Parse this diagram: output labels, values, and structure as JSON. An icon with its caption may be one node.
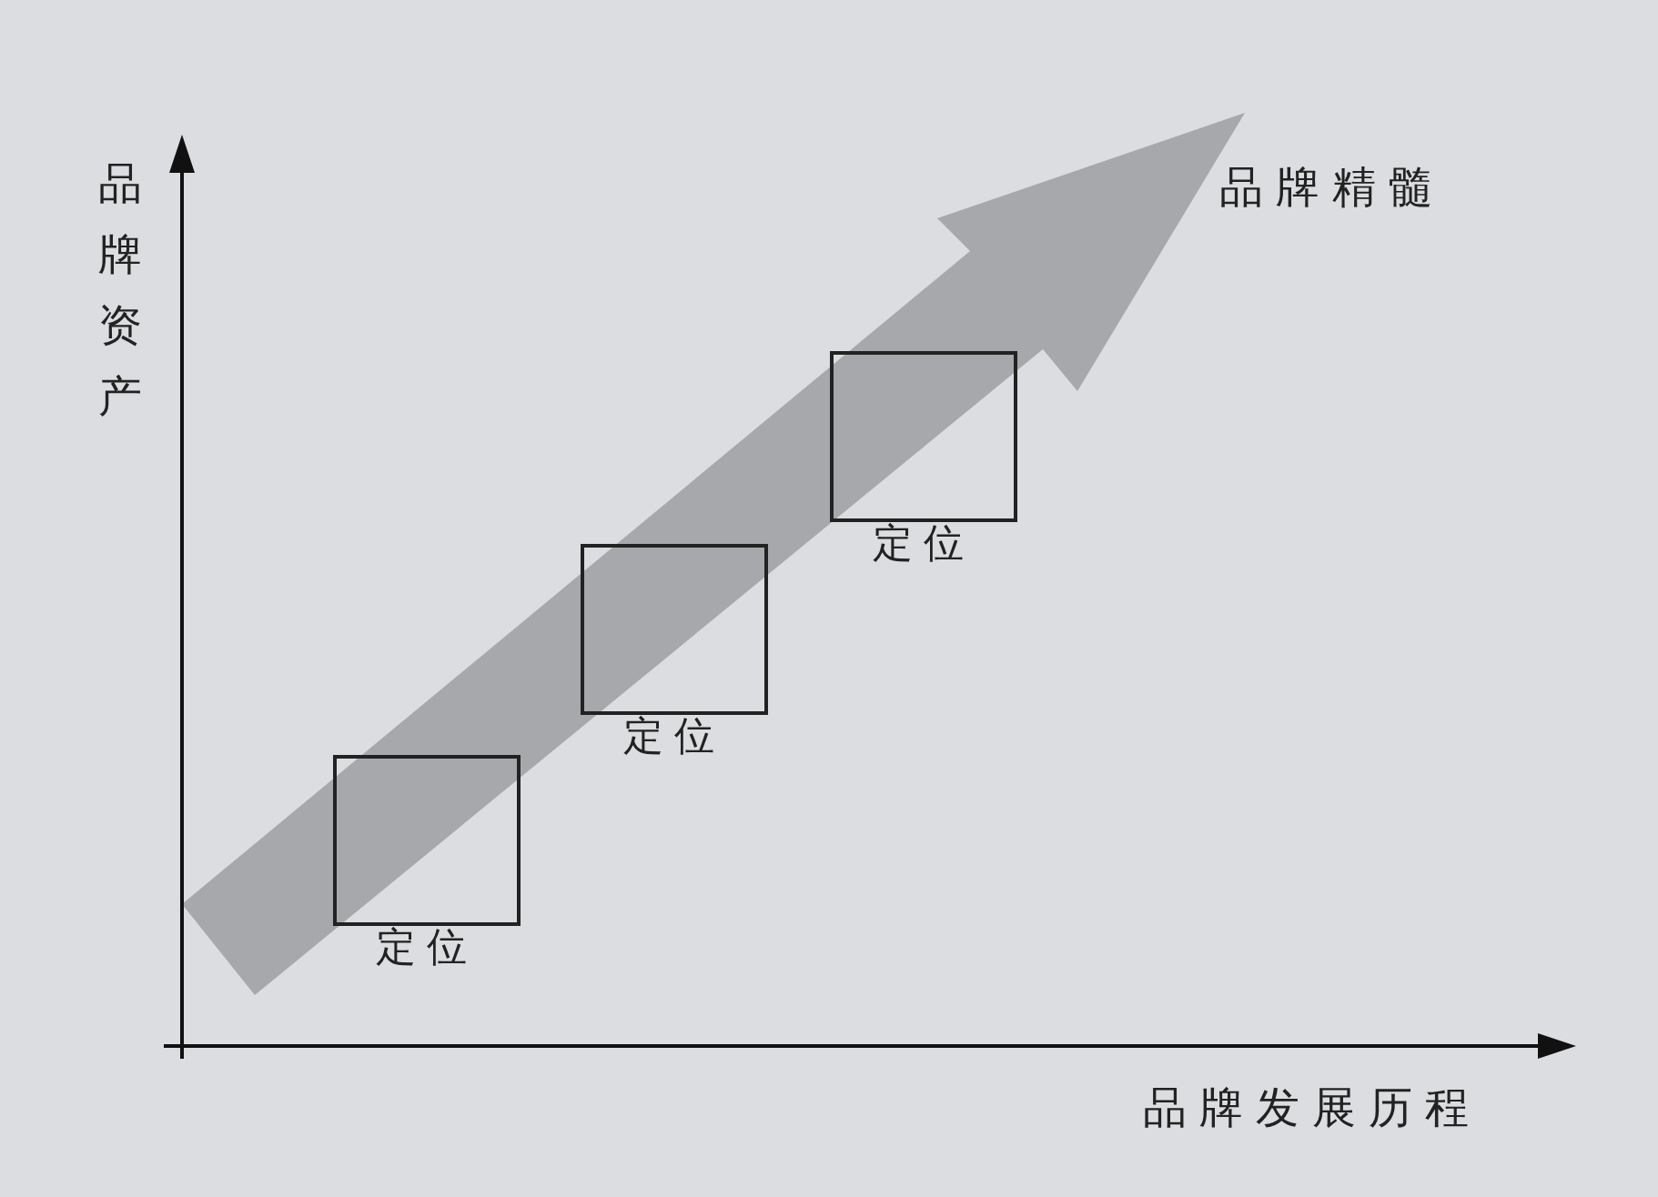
{
  "diagram": {
    "nodes": [
      {
        "text": [
          "定位"
        ]
      },
      {
        "text": [
          "定位"
        ]
      },
      {
        "text": [
          "定位"
        ]
      }
    ],
    "labels": [
      "品牌资产",
      "品牌精髓",
      "品牌发展历程"
    ]
  }
}
